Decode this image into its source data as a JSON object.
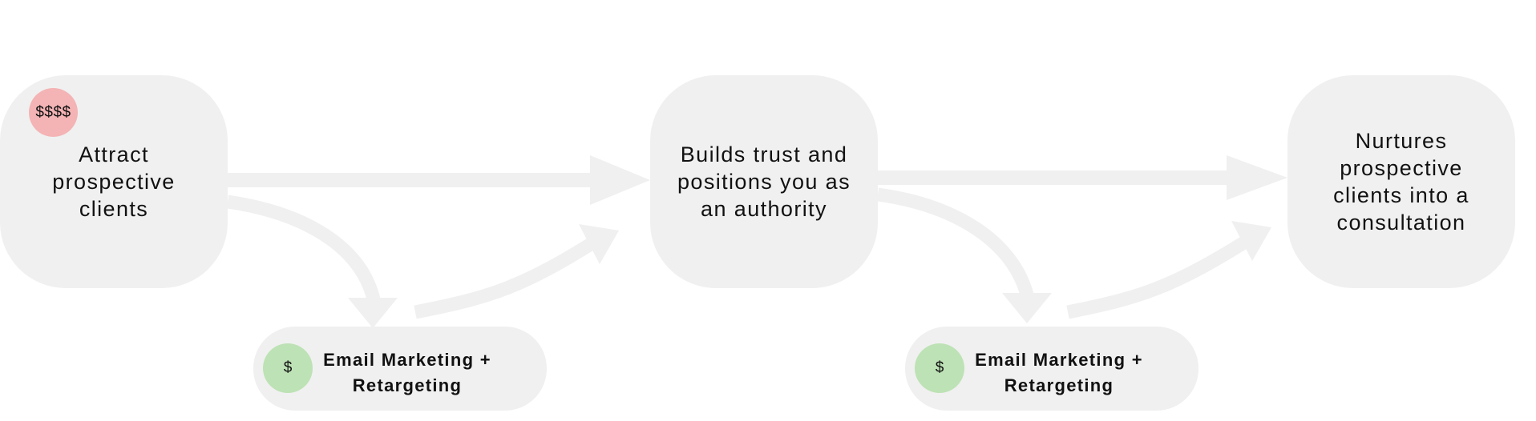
{
  "colors": {
    "box_fill": "#f0f0f0",
    "arrow_fill": "#f0f0f0",
    "high_cost_badge": "#f4b3b4",
    "low_cost_badge": "#bde2b5",
    "text": "#111111"
  },
  "stages": [
    {
      "label": "Attract\nprospective\nclients",
      "cost": "$$$$"
    },
    {
      "label": "Builds trust and\npositions you as\nan authority"
    },
    {
      "label": "Nurtures\nprospective\nclients into a\nconsultation"
    }
  ],
  "channels": [
    {
      "label": "Email Marketing +\nRetargeting",
      "cost": "$"
    },
    {
      "label": "Email Marketing +\nRetargeting",
      "cost": "$"
    }
  ]
}
